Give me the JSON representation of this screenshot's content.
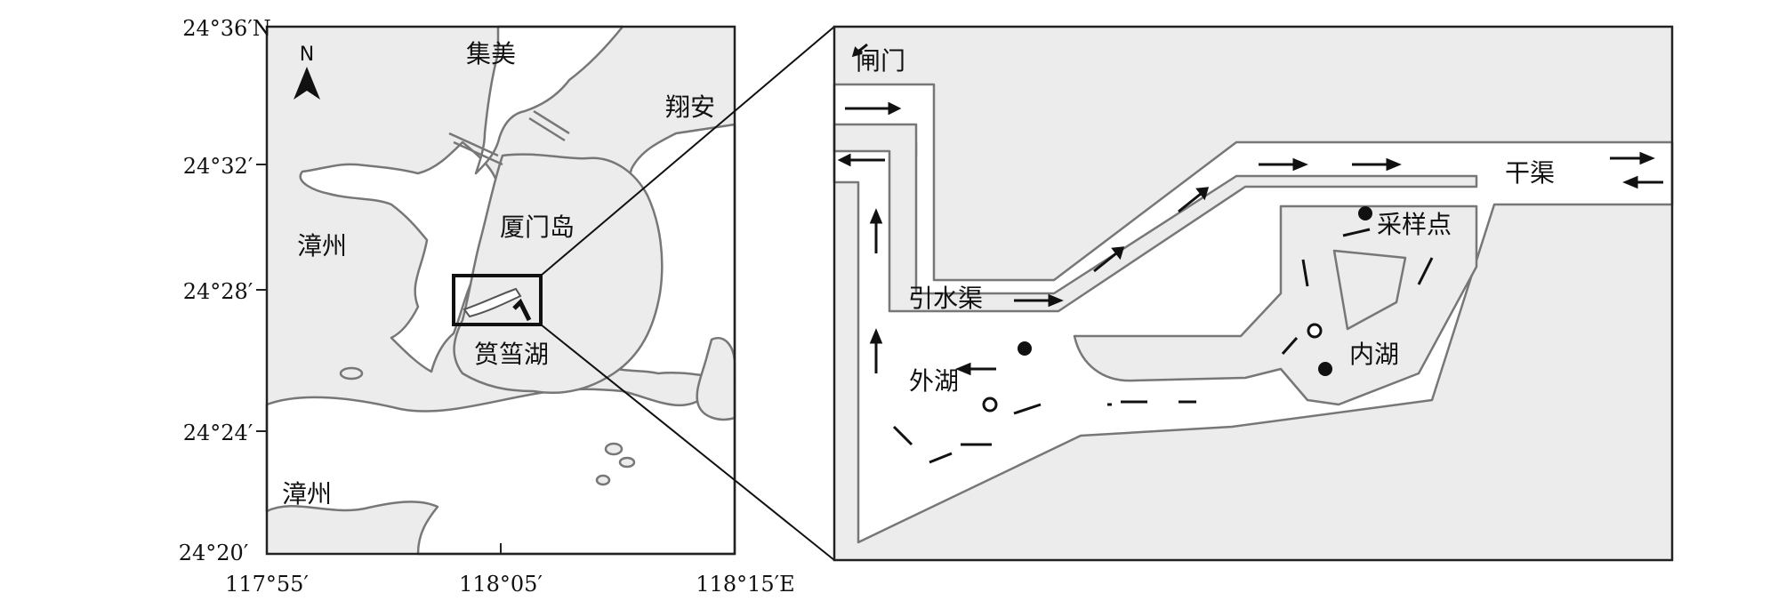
{
  "left_map": {
    "lat_labels": [
      "24°36′N",
      "24°32′",
      "24°28′",
      "24°24′",
      "24°20′"
    ],
    "lon_labels": [
      "117°55′",
      "118°05′",
      "118°15′E"
    ],
    "north_label": "N",
    "places": {
      "jimei": "集美",
      "xiangan": "翔安",
      "zhangzhou_north": "漳州",
      "xiamen_island": "厦门岛",
      "yundang_lake": "筼筜湖",
      "zhangzhou_south": "漳州"
    }
  },
  "right_map": {
    "labels": {
      "sluice_gate": "闸门",
      "main_canal": "干渠",
      "sampling_point": "采样点",
      "intake_canal": "引水渠",
      "outer_lake": "外湖",
      "inner_lake": "内湖"
    }
  },
  "colors": {
    "land": "#ececec",
    "water": "#ffffff",
    "outline": "#777777",
    "frame": "#222222"
  }
}
